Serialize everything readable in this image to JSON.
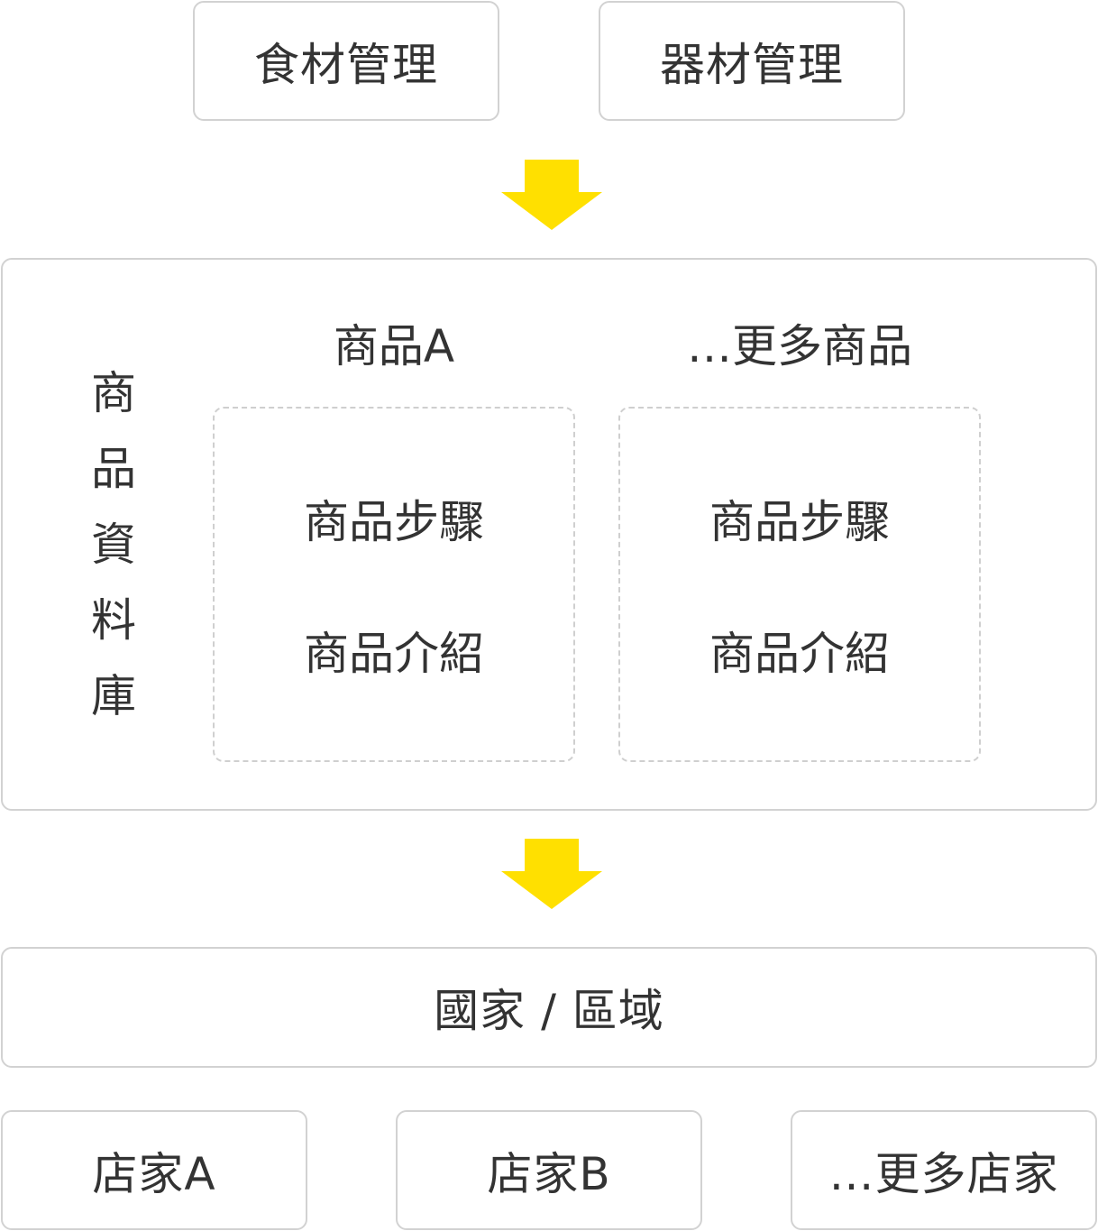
{
  "inputs": {
    "ingredients": "食材管理",
    "equipment": "器材管理"
  },
  "database": {
    "title_chars": [
      "商",
      "品",
      "資",
      "料",
      "庫"
    ],
    "products": [
      {
        "heading": "商品A",
        "steps": "商品步驟",
        "intro": "商品介紹"
      },
      {
        "heading": "…更多商品",
        "steps": "商品步驟",
        "intro": "商品介紹"
      }
    ]
  },
  "region": "國家 / 區域",
  "stores": [
    "店家A",
    "店家B",
    "…更多店家"
  ],
  "colors": {
    "arrow": "#FFE000",
    "border": "#D2D2D2",
    "dashed_border": "#CFCFCF",
    "text": "#333333"
  }
}
